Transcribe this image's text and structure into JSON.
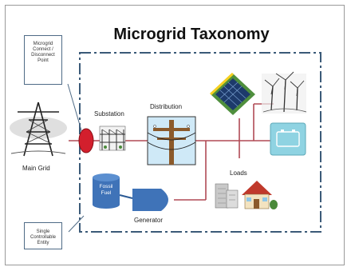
{
  "diagram": {
    "title": "Microgrid Taxonomy",
    "callouts": {
      "connect_point": "Microgrid Connect / Disconnect Point",
      "controllable": "Single Controllable Entity"
    },
    "labels": {
      "main_grid": "Main Grid",
      "substation": "Substation",
      "distribution": "Distribution",
      "loads": "Loads",
      "fossil_fuel": "Fossil Fuel",
      "generator": "Generator"
    },
    "colors": {
      "boundary": "#3b5a78",
      "power_line": "#b04a55",
      "disconnect": "#d31f2d",
      "fuel_tank": "#3f73b8",
      "battery": "#8fd3e2"
    }
  }
}
